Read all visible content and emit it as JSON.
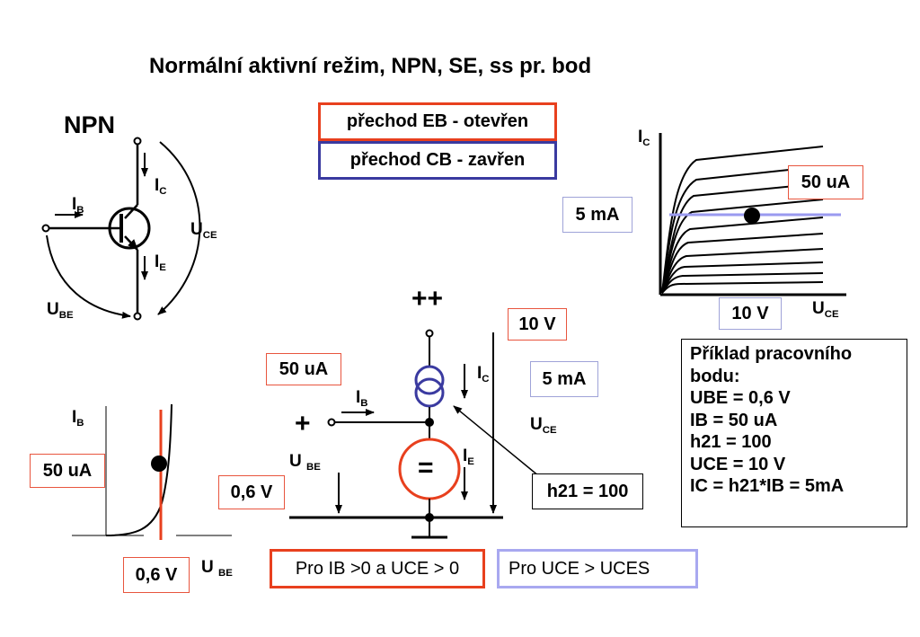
{
  "title": "Normální aktivní režim, NPN, SE, ss pr. bod",
  "npn": {
    "label": "NPN",
    "ib": "I",
    "ib_sub": "B",
    "ic": "I",
    "ic_sub": "C",
    "ie": "I",
    "ie_sub": "E",
    "uce": "U",
    "uce_sub": "CE",
    "ube": "U",
    "ube_sub": "BE"
  },
  "junctions": {
    "eb": "přechod EB - otevřen",
    "cb": "přechod CB - zavřen"
  },
  "output_chars": {
    "ic": "I",
    "ic_sub": "C",
    "uce": "U",
    "uce_sub": "CE",
    "ib_value": "50 uA",
    "ic_value": "5 mA",
    "uce_value": "10 V"
  },
  "input_chars": {
    "ib": "I",
    "ib_sub": "B",
    "ib_value": "50 uA",
    "ube_value": "0,6 V",
    "ube": "U",
    "ube_sub": "BE"
  },
  "circuit": {
    "supply": "++",
    "plus": "+",
    "ib_value": "50 uA",
    "ib": "I",
    "ib_sub": "B",
    "ic": "I",
    "ic_sub": "C",
    "ie": "I",
    "ie_sub": "E",
    "ube": "U",
    "ube_sub": "BE",
    "uce": "U",
    "uce_sub": "CE",
    "ube_value": "0,6 V",
    "uce_value": "10 V",
    "ic_value": "5 mA",
    "h21": "h21 = 100",
    "equals": "="
  },
  "conditions": {
    "c1": "Pro IB >0 a UCE > 0",
    "c2": "Pro UCE  > UCES"
  },
  "example": {
    "lines": [
      "Příklad pracovního",
      "bodu:",
      "UBE = 0,6 V",
      "IB = 50 uA",
      "h21 = 100",
      "UCE = 10 V",
      "IC = h21*IB = 5mA"
    ]
  },
  "colors": {
    "red": "#e8401e",
    "blue": "#3a3aa0",
    "lavender": "#a8a8f0",
    "loadline": "#9a9af0"
  }
}
